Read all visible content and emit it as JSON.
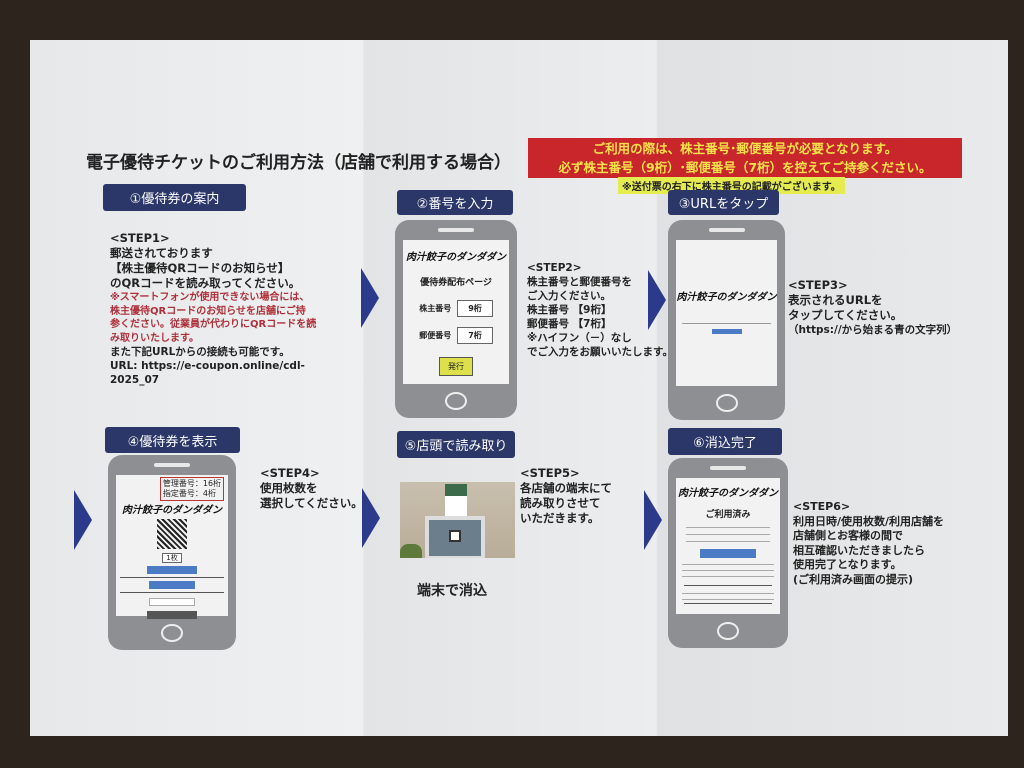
{
  "title": "電子優待チケットのご利用方法（店舗で利用する場合）",
  "notice": {
    "line1": "ご利用の際は、株主番号･郵便番号が必要となります。",
    "line2": "必ず株主番号（9桁）･郵便番号（7桁）を控えてご持参ください。",
    "note": "※送付票の右下に株主番号の記載がございます。"
  },
  "logo_text": "肉汁餃子のダンダダン",
  "colors": {
    "header": "#2b3768",
    "notice_bg": "#c8262b",
    "notice_text": "#f5e24a",
    "highlight": "#e4ec4f"
  },
  "steps": [
    {
      "header": "①優待券の案内",
      "label": "<STEP1>",
      "lines": [
        "郵送されております",
        "【株主優待QRコードのお知らせ】",
        "のQRコードを読み取ってください。"
      ],
      "red_lines": [
        "※スマートフォンが使用できない場合には、",
        "株主優待QRコードのお知らせを店舗にご持",
        "参ください。従業員が代わりにQRコードを読",
        "み取りいたします。"
      ],
      "extra_lines": [
        "また下記URLからの接続も可能です。",
        "URL: https://e-coupon.online/cdl-",
        "2025_07"
      ]
    },
    {
      "header": "②番号を入力",
      "label": "<STEP2>",
      "lines": [
        "株主番号と郵便番号を",
        "ご入力ください。",
        "株主番号 【9桁】",
        "郵便番号 【7桁】",
        "※ハイフン（－）なし",
        "でご入力をお願いいたします。"
      ],
      "screen": {
        "page_title": "優待券配布ページ",
        "field1_label": "株主番号",
        "field1_value": "9桁",
        "field2_label": "郵便番号",
        "field2_value": "7桁",
        "button": "発行"
      }
    },
    {
      "header": "③URLをタップ",
      "label": "<STEP3>",
      "lines": [
        "表示されるURLを",
        "タップしてください。",
        "（https://から始まる青の文字列）"
      ]
    },
    {
      "header": "④優待券を表示",
      "label": "<STEP4>",
      "lines": [
        "使用枚数を",
        "選択してください。"
      ],
      "screen": {
        "mgmt": "管理番号：16桁",
        "designated": "指定番号：4桁",
        "qty": "1枚"
      }
    },
    {
      "header": "⑤店頭で読み取り",
      "label": "<STEP5>",
      "lines": [
        "各店舗の端末にて",
        "読み取りさせて",
        "いただきます。"
      ],
      "caption": "端末で消込"
    },
    {
      "header": "⑥消込完了",
      "label": "<STEP6>",
      "lines": [
        "利用日時/使用枚数/利用店舗を",
        "店舗側とお客様の間で",
        "相互確認いただきましたら",
        "使用完了となります。",
        "(ご利用済み画面の提示)"
      ],
      "screen": {
        "title": "ご利用済み"
      }
    }
  ]
}
